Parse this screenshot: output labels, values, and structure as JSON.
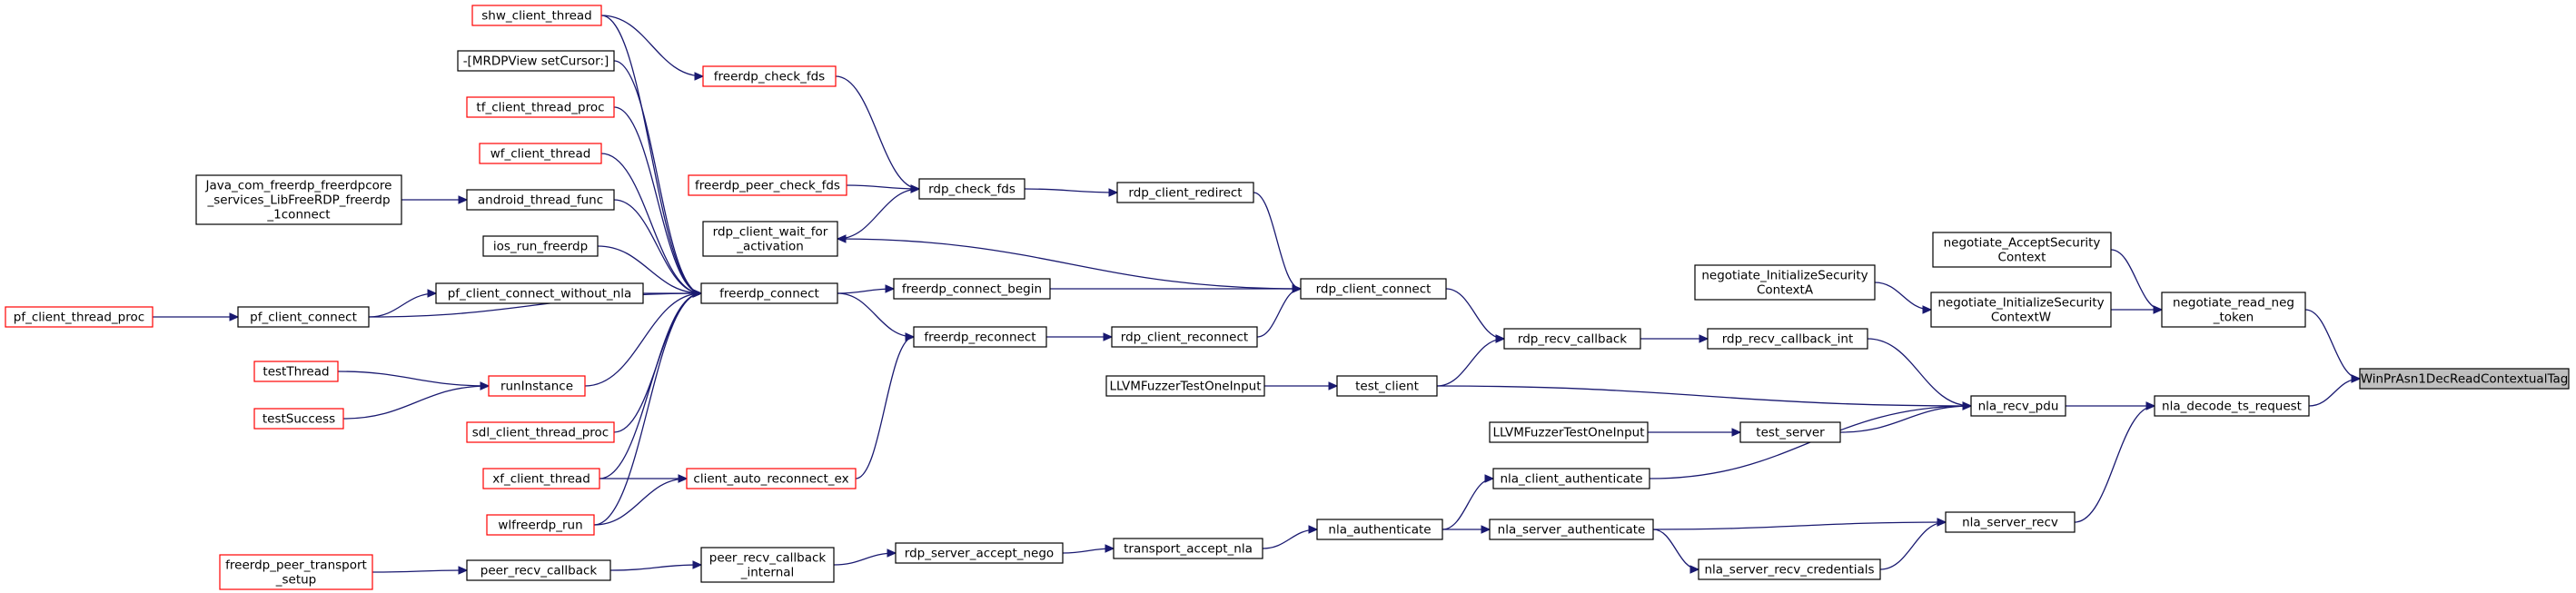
{
  "colors": {
    "edge": "#191970",
    "border_default": "#000000",
    "border_truncated": "#ff0000",
    "root_fill": "#bfbfbf",
    "node_fill": "#ffffff"
  },
  "nodes": {
    "root": {
      "lines": [
        "WinPrAsn1DecReadContextualTag"
      ],
      "style": "root"
    },
    "nla_decode_ts_request": {
      "lines": [
        "nla_decode_ts_request"
      ],
      "style": "default"
    },
    "negotiate_read_neg_token": {
      "lines": [
        "negotiate_read_neg",
        "_token"
      ],
      "style": "default"
    },
    "negotiate_AcceptSecurityContext": {
      "lines": [
        "negotiate_AcceptSecurity",
        "Context"
      ],
      "style": "default"
    },
    "negotiate_InitializeSecurityContextW": {
      "lines": [
        "negotiate_InitializeSecurity",
        "ContextW"
      ],
      "style": "default"
    },
    "negotiate_InitializeSecurityContextA": {
      "lines": [
        "negotiate_InitializeSecurity",
        "ContextA"
      ],
      "style": "default"
    },
    "nla_recv_pdu": {
      "lines": [
        "nla_recv_pdu"
      ],
      "style": "default"
    },
    "nla_server_recv": {
      "lines": [
        "nla_server_recv"
      ],
      "style": "default"
    },
    "rdp_recv_callback_int": {
      "lines": [
        "rdp_recv_callback_int"
      ],
      "style": "default"
    },
    "rdp_recv_callback": {
      "lines": [
        "rdp_recv_callback"
      ],
      "style": "default"
    },
    "rdp_client_connect": {
      "lines": [
        "rdp_client_connect"
      ],
      "style": "default"
    },
    "rdp_client_redirect": {
      "lines": [
        "rdp_client_redirect"
      ],
      "style": "default"
    },
    "rdp_check_fds": {
      "lines": [
        "rdp_check_fds"
      ],
      "style": "default"
    },
    "freerdp_check_fds": {
      "lines": [
        "freerdp_check_fds"
      ],
      "style": "truncated"
    },
    "shw_client_thread": {
      "lines": [
        "shw_client_thread"
      ],
      "style": "truncated"
    },
    "freerdp_peer_check_fds": {
      "lines": [
        "freerdp_peer_check_fds"
      ],
      "style": "truncated"
    },
    "rdp_client_wait_for_activation": {
      "lines": [
        "rdp_client_wait_for",
        "_activation"
      ],
      "style": "default"
    },
    "freerdp_connect_begin": {
      "lines": [
        "freerdp_connect_begin"
      ],
      "style": "default"
    },
    "freerdp_connect": {
      "lines": [
        "freerdp_connect"
      ],
      "style": "default"
    },
    "mrdpview_setcursor": {
      "lines": [
        "-[MRDPView setCursor:]"
      ],
      "style": "default"
    },
    "tf_client_thread_proc": {
      "lines": [
        "tf_client_thread_proc"
      ],
      "style": "truncated"
    },
    "wf_client_thread": {
      "lines": [
        "wf_client_thread"
      ],
      "style": "truncated"
    },
    "android_thread_func": {
      "lines": [
        "android_thread_func"
      ],
      "style": "default"
    },
    "java_com_freerdp": {
      "lines": [
        "Java_com_freerdp_freerdpcore",
        "_services_LibFreeRDP_freerdp",
        "_1connect"
      ],
      "style": "default"
    },
    "ios_run_freerdp": {
      "lines": [
        "ios_run_freerdp"
      ],
      "style": "default"
    },
    "pf_client_connect_without_nla": {
      "lines": [
        "pf_client_connect_without_nla"
      ],
      "style": "default"
    },
    "pf_client_connect": {
      "lines": [
        "pf_client_connect"
      ],
      "style": "default"
    },
    "pf_client_thread_proc": {
      "lines": [
        "pf_client_thread_proc"
      ],
      "style": "truncated"
    },
    "runInstance": {
      "lines": [
        "runInstance"
      ],
      "style": "truncated"
    },
    "testThread": {
      "lines": [
        "testThread"
      ],
      "style": "truncated"
    },
    "testSuccess": {
      "lines": [
        "testSuccess"
      ],
      "style": "truncated"
    },
    "sdl_client_thread_proc": {
      "lines": [
        "sdl_client_thread_proc"
      ],
      "style": "truncated"
    },
    "xf_client_thread": {
      "lines": [
        "xf_client_thread"
      ],
      "style": "truncated"
    },
    "wlfreerdp_run": {
      "lines": [
        "wlfreerdp_run"
      ],
      "style": "truncated"
    },
    "client_auto_reconnect_ex": {
      "lines": [
        "client_auto_reconnect_ex"
      ],
      "style": "truncated"
    },
    "freerdp_reconnect": {
      "lines": [
        "freerdp_reconnect"
      ],
      "style": "default"
    },
    "rdp_client_reconnect": {
      "lines": [
        "rdp_client_reconnect"
      ],
      "style": "default"
    },
    "test_client": {
      "lines": [
        "test_client"
      ],
      "style": "default"
    },
    "llvm_fuzzer_1": {
      "lines": [
        "LLVMFuzzerTestOneInput"
      ],
      "style": "default"
    },
    "test_server": {
      "lines": [
        "test_server"
      ],
      "style": "default"
    },
    "llvm_fuzzer_2": {
      "lines": [
        "LLVMFuzzerTestOneInput"
      ],
      "style": "default"
    },
    "nla_client_authenticate": {
      "lines": [
        "nla_client_authenticate"
      ],
      "style": "default"
    },
    "nla_authenticate": {
      "lines": [
        "nla_authenticate"
      ],
      "style": "default"
    },
    "nla_server_authenticate": {
      "lines": [
        "nla_server_authenticate"
      ],
      "style": "default"
    },
    "nla_server_recv_credentials": {
      "lines": [
        "nla_server_recv_credentials"
      ],
      "style": "default"
    },
    "transport_accept_nla": {
      "lines": [
        "transport_accept_nla"
      ],
      "style": "default"
    },
    "rdp_server_accept_nego": {
      "lines": [
        "rdp_server_accept_nego"
      ],
      "style": "default"
    },
    "peer_recv_callback_internal": {
      "lines": [
        "peer_recv_callback",
        "_internal"
      ],
      "style": "default"
    },
    "peer_recv_callback": {
      "lines": [
        "peer_recv_callback"
      ],
      "style": "default"
    },
    "freerdp_peer_transport_setup": {
      "lines": [
        "freerdp_peer_transport",
        "_setup"
      ],
      "style": "truncated"
    }
  }
}
